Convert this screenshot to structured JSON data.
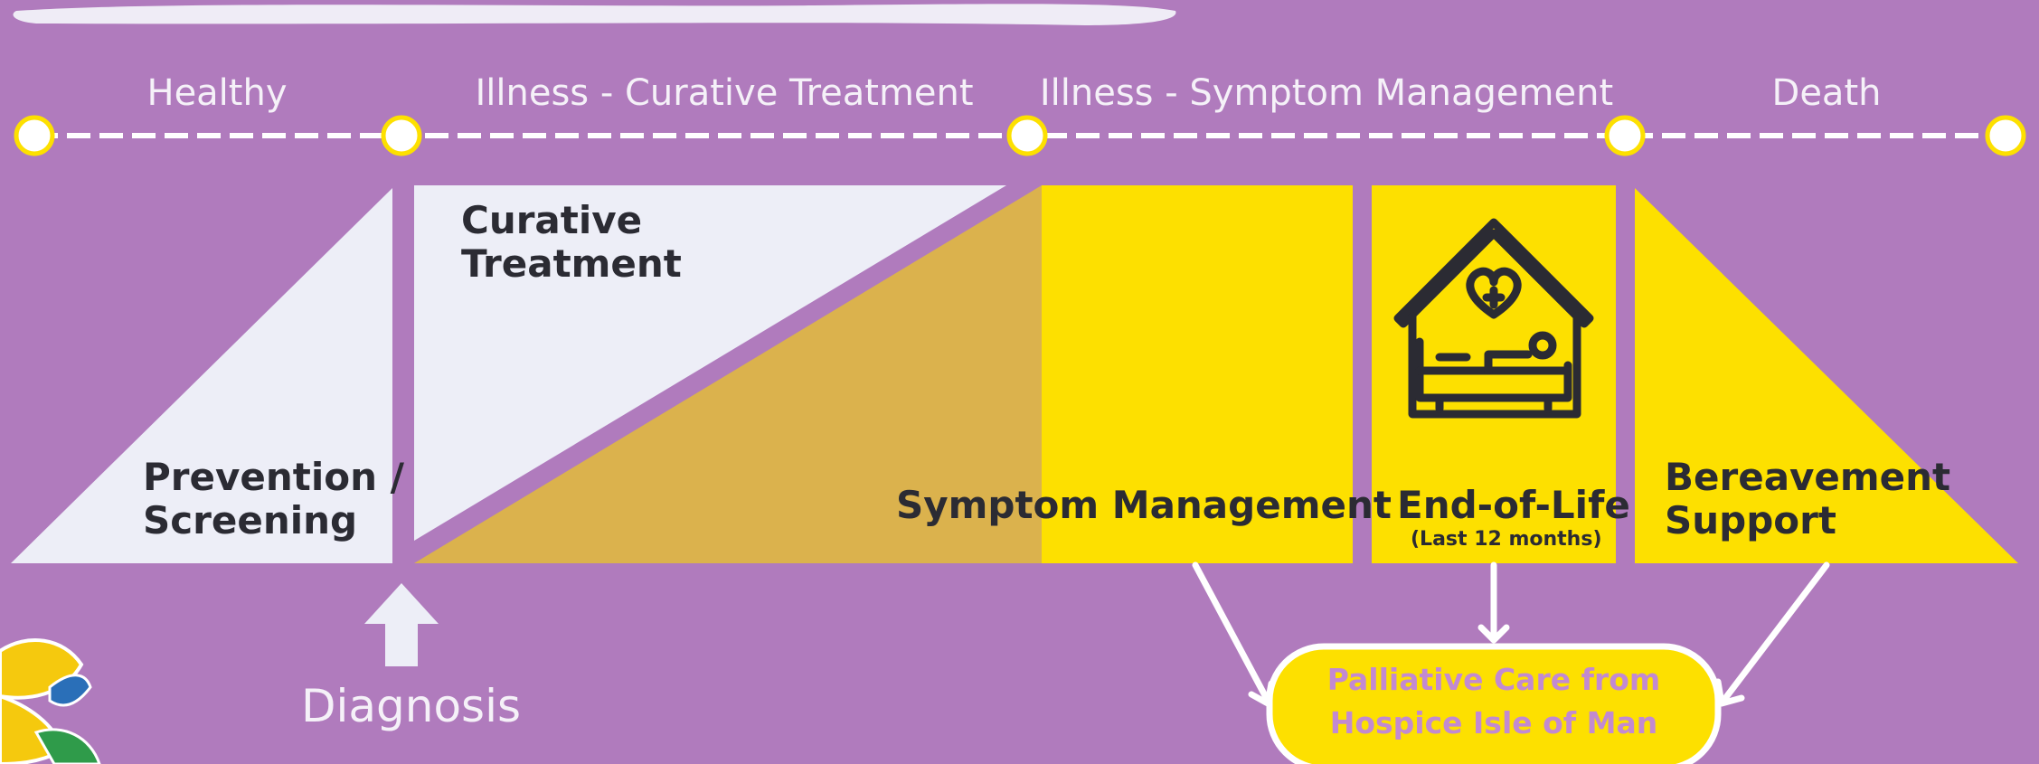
{
  "phases": {
    "healthy": "Healthy",
    "curative": "Illness - Curative Treatment",
    "symptom": "Illness - Symptom Management",
    "death": "Death"
  },
  "blocks": {
    "prevention_line1": "Prevention /",
    "prevention_line2": "Screening",
    "curative_line1": "Curative",
    "curative_line2": "Treatment",
    "symptom": "Symptom Management",
    "eol": "End-of-Life",
    "eol_sub": "(Last 12 months)",
    "bereavement_line1": "Bereavement",
    "bereavement_line2": "Support"
  },
  "diagnosis": "Diagnosis",
  "palliative": {
    "line1": "Palliative Care from",
    "line2": "Hospice Isle of Man"
  },
  "icons": {
    "house": "hospice-house-bed-icon",
    "logo": "butterfly-logo-icon"
  },
  "colors": {
    "background": "#b07bbd",
    "light": "#edeef7",
    "yellow": "#fde000",
    "mustard": "#dbb24d",
    "text": "#2b2b33",
    "white": "#ffffff"
  }
}
